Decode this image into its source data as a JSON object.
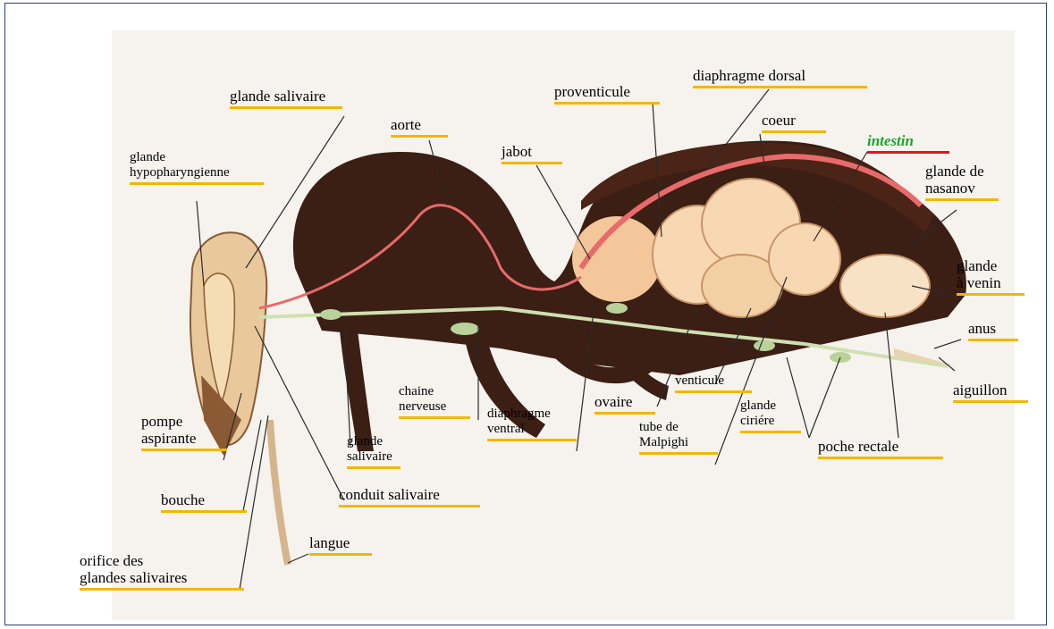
{
  "colors": {
    "frame": "#2b3f7a",
    "underline": "#f2b705",
    "underline_highlight": "#e4141b",
    "highlight_text": "#1aa52a",
    "body_dark": "#3b1e14",
    "tissue": "#f0c99a"
  },
  "labels": {
    "glande_salivaire_top": "glande salivaire",
    "glande_hypopharyngienne_1": "glande",
    "glande_hypopharyngienne_2": "hypopharyngienne",
    "aorte": "aorte",
    "proventicule": "proventicule",
    "diaphragme_dorsal": "diaphragme dorsal",
    "coeur": "coeur",
    "intestin": "intestin",
    "jabot": "jabot",
    "glande_nasanov_1": "glande de",
    "glande_nasanov_2": "nasanov",
    "glande_venin_1": "glande",
    "glande_venin_2": "à venin",
    "anus": "anus",
    "aiguillon": "aiguillon",
    "pompe_1": "pompe",
    "pompe_2": "aspirante",
    "bouche": "bouche",
    "orifice_1": "orifice des",
    "orifice_2": "glandes salivaires",
    "langue": "langue",
    "conduit_salivaire": "conduit salivaire",
    "glande_salivaire_bottom_1": "glande",
    "glande_salivaire_bottom_2": "salivaire",
    "chaine_1": "chaine",
    "chaine_2": "nerveuse",
    "diaphragme_ventral_1": "diaphragme",
    "diaphragme_ventral_2": "ventral",
    "ovaire": "ovaire",
    "venticule": "venticule",
    "tube_1": "tube de",
    "tube_2": "Malpighi",
    "glande_ciriere_1": "glande",
    "glande_ciriere_2": "ciriére",
    "poche_rectale": "poche rectale"
  }
}
